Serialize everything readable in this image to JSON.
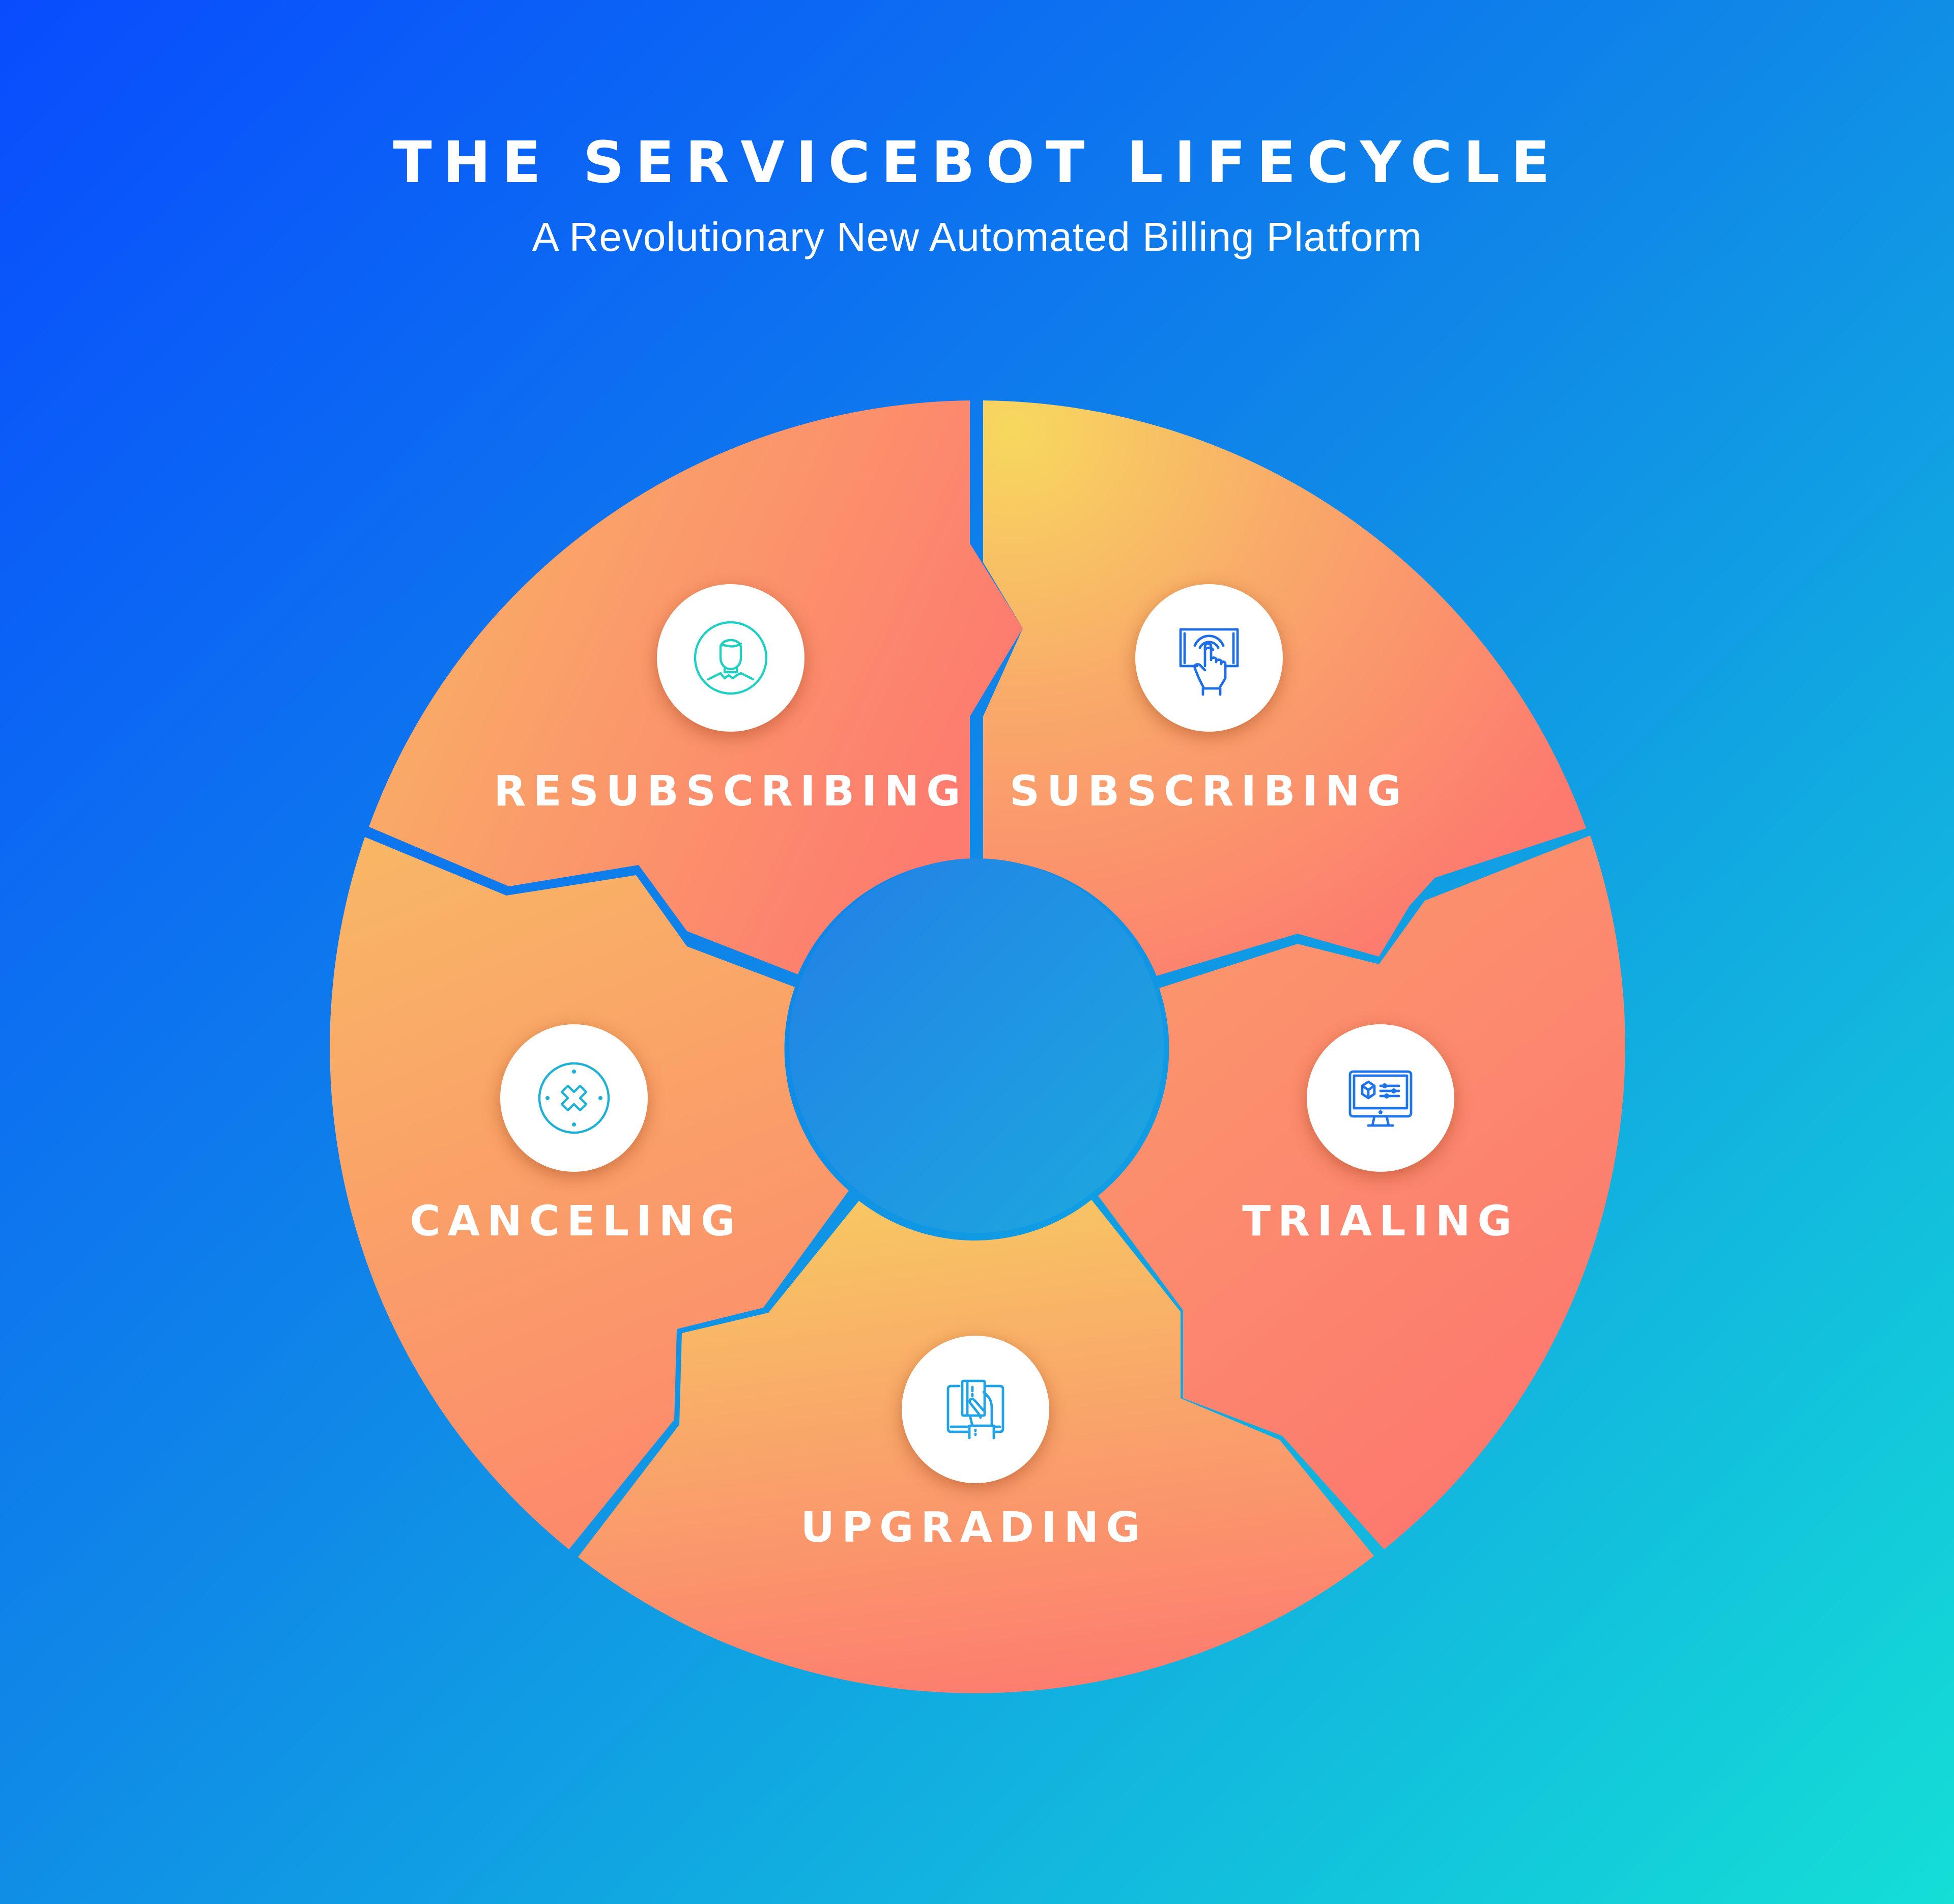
{
  "header": {
    "title": "THE SERVICEBOT LIFECYCLE",
    "subtitle": "A Revolutionary New Automated Billing Platform"
  },
  "colors": {
    "background_top_left": "#094CFE",
    "background_bottom_right": "#14DED6",
    "segment_warm_yellow": "#F7D35E",
    "segment_orange": "#F9A86A",
    "segment_coral": "#FD7D6E",
    "center_circle": "#2087E3",
    "icon_teal": "#1ECFC3",
    "icon_blue": "#1E6FE6",
    "icon_sky": "#1FA7E3"
  },
  "stages": [
    {
      "id": "resubscribing",
      "label": "RESUBSCRIBING",
      "icon": "person-avatar-icon"
    },
    {
      "id": "subscribing",
      "label": "SUBSCRIBING",
      "icon": "touch-screen-hand-icon"
    },
    {
      "id": "trialing",
      "label": "TRIALING",
      "icon": "monitor-cube-sliders-icon"
    },
    {
      "id": "upgrading",
      "label": "UPGRADING",
      "icon": "hand-credit-card-icon"
    },
    {
      "id": "canceling",
      "label": "CANCELING",
      "icon": "cancel-x-circle-icon"
    }
  ]
}
